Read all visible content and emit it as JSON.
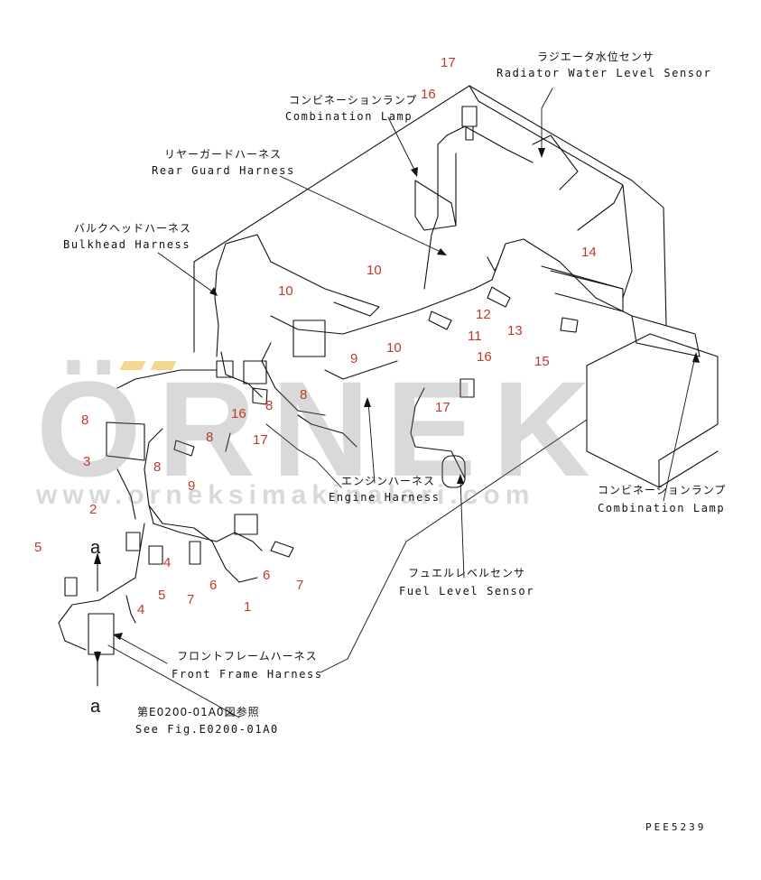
{
  "callouts": {
    "radiator_water_level_sensor": {
      "jp": "ラジエータ水位センサ",
      "en": "Radiator Water Level Sensor"
    },
    "combination_lamp_rear": {
      "jp": "コンビネーションランプ",
      "en": "Combination Lamp"
    },
    "rear_guard_harness": {
      "jp": "リヤーガードハーネス",
      "en": "Rear Guard Harness"
    },
    "bulkhead_harness": {
      "jp": "バルクヘッドハーネス",
      "en": "Bulkhead Harness"
    },
    "engine_harness": {
      "jp": "エンジンハーネス",
      "en": "Engine Harness"
    },
    "combination_lamp_side": {
      "jp": "コンビネーションランプ",
      "en": "Combination Lamp"
    },
    "fuel_level_sensor": {
      "jp": "フュエルレベルセンサ",
      "en": "Fuel Level Sensor"
    },
    "front_frame_harness": {
      "jp": "フロントフレームハーネス",
      "en": "Front Frame Harness"
    },
    "see_figure": {
      "jp": "第E0200-01A0図参照",
      "en": "See Fig.E0200-01A0"
    }
  },
  "part_numbers": [
    {
      "id": "p17a",
      "label": "17"
    },
    {
      "id": "p16a",
      "label": "16"
    },
    {
      "id": "p10a",
      "label": "10"
    },
    {
      "id": "p10b",
      "label": "10"
    },
    {
      "id": "p10c",
      "label": "10"
    },
    {
      "id": "p14",
      "label": "14"
    },
    {
      "id": "p12",
      "label": "12"
    },
    {
      "id": "p11",
      "label": "11"
    },
    {
      "id": "p13",
      "label": "13"
    },
    {
      "id": "p15",
      "label": "15"
    },
    {
      "id": "p9a",
      "label": "9"
    },
    {
      "id": "p16b",
      "label": "16"
    },
    {
      "id": "p17b",
      "label": "17"
    },
    {
      "id": "p8a",
      "label": "8"
    },
    {
      "id": "p8b",
      "label": "8"
    },
    {
      "id": "p16c",
      "label": "16"
    },
    {
      "id": "p17c",
      "label": "17"
    },
    {
      "id": "p8c",
      "label": "8"
    },
    {
      "id": "p8d",
      "label": "8"
    },
    {
      "id": "p3",
      "label": "3"
    },
    {
      "id": "p9b",
      "label": "9"
    },
    {
      "id": "p2",
      "label": "2"
    },
    {
      "id": "p5a",
      "label": "5"
    },
    {
      "id": "p4a",
      "label": "4"
    },
    {
      "id": "p5b",
      "label": "5"
    },
    {
      "id": "p6a",
      "label": "6"
    },
    {
      "id": "p6b",
      "label": "6"
    },
    {
      "id": "p7a",
      "label": "7"
    },
    {
      "id": "p7b",
      "label": "7"
    },
    {
      "id": "p1",
      "label": "1"
    },
    {
      "id": "p4b",
      "label": "4"
    }
  ],
  "view_markers": [
    {
      "id": "a_top",
      "label": "a"
    },
    {
      "id": "a_bottom",
      "label": "a"
    }
  ],
  "drawing_code": "PEE5239",
  "watermark": {
    "text": "ÖRNEK",
    "url": "www.orneksimakinalari.com"
  },
  "colors": {
    "part_number": "#c0392b",
    "line": "#111111",
    "watermark": "#787878",
    "watermark_accent": "#e8b83a"
  }
}
